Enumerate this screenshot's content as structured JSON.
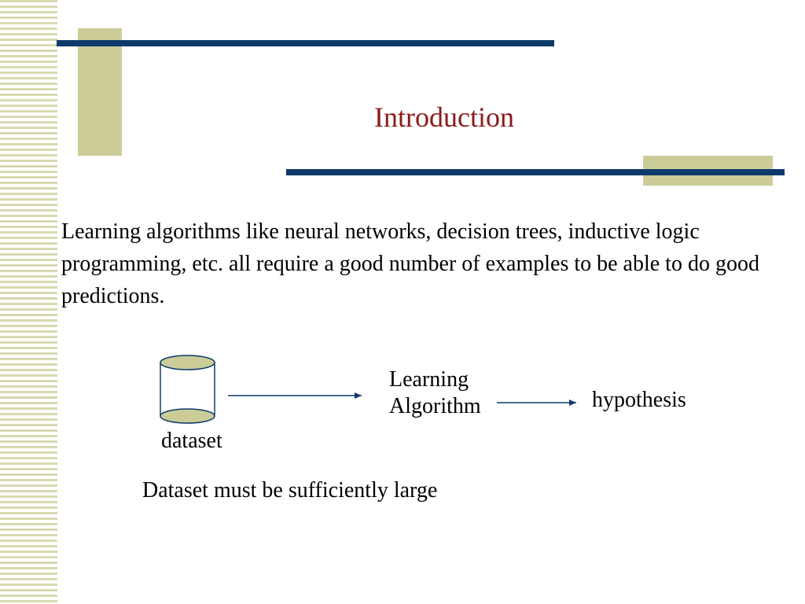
{
  "slide": {
    "title": "Introduction",
    "body": "Learning algorithms like neural networks, decision trees, inductive logic programming, etc. all require a good number of examples to be able to do good predictions.",
    "diagram": {
      "dataset_label": "dataset",
      "algorithm_label_line1": "Learning",
      "algorithm_label_line2": "Algorithm",
      "output_label": "hypothesis"
    },
    "caption": "Dataset must be sufficiently large"
  },
  "colors": {
    "title": "#8b1a1a",
    "rule": "#0d3a6b",
    "accent": "#cccc99",
    "cylinder_fill": "#cccc99",
    "cylinder_stroke": "#0d3a6b"
  },
  "icons": {
    "dataset": "database-cylinder-icon",
    "arrow": "right-arrow-icon"
  }
}
